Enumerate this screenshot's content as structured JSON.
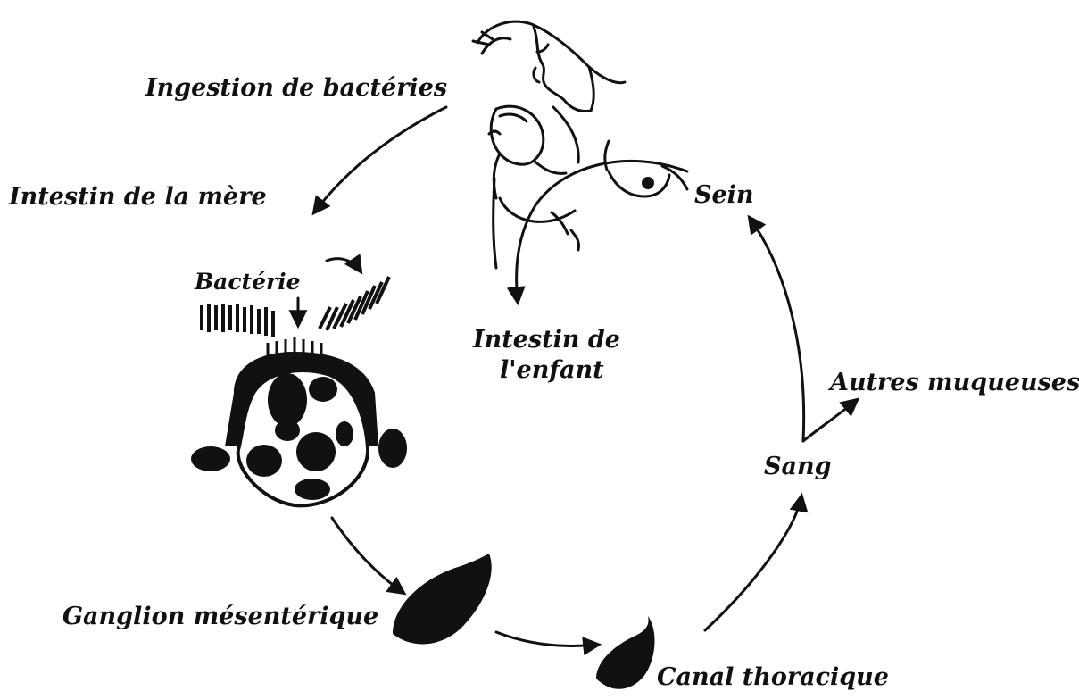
{
  "labels": {
    "ingestion": "Ingestion de bactéries",
    "maternal_intestine": "Intestin de la mère",
    "bacterium": "Bactérie",
    "child_intestine_line1": "Intestin de",
    "child_intestine_line2": "l'enfant",
    "breast": "Sein",
    "other_mucosa": "Autres muqueuses",
    "blood": "Sang",
    "mesenteric_node": "Ganglion mésentérique",
    "thoracic_duct": "Canal thoracique"
  },
  "colors": {
    "ink": "#111111",
    "paper": "#ffffff"
  }
}
